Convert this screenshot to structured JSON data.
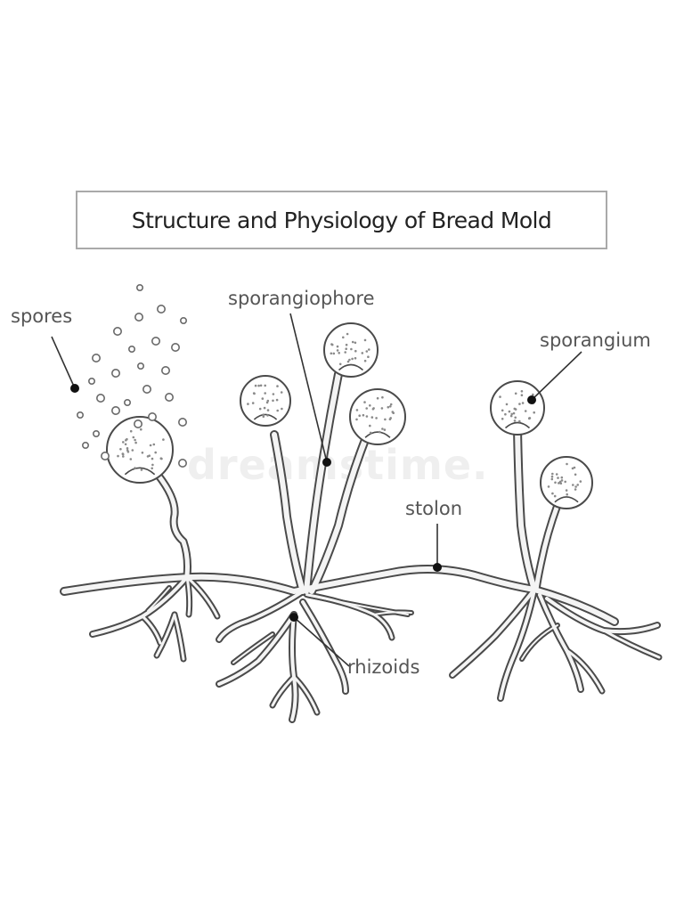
{
  "title": "Structure and Physiology of Bread Mold",
  "watermark": "dreamstime.",
  "labels": {
    "spores": "spores",
    "sporangiophore": "sporangiophore",
    "sporangium": "sporangium",
    "stolon": "stolon",
    "rhizoids": "rhizoids"
  },
  "colors": {
    "outline": "#4a4a4a",
    "hypha_fill": "#f4f4f4",
    "title_border": "#a9a9a9",
    "label_text": "#555555",
    "marker": "#111111"
  }
}
